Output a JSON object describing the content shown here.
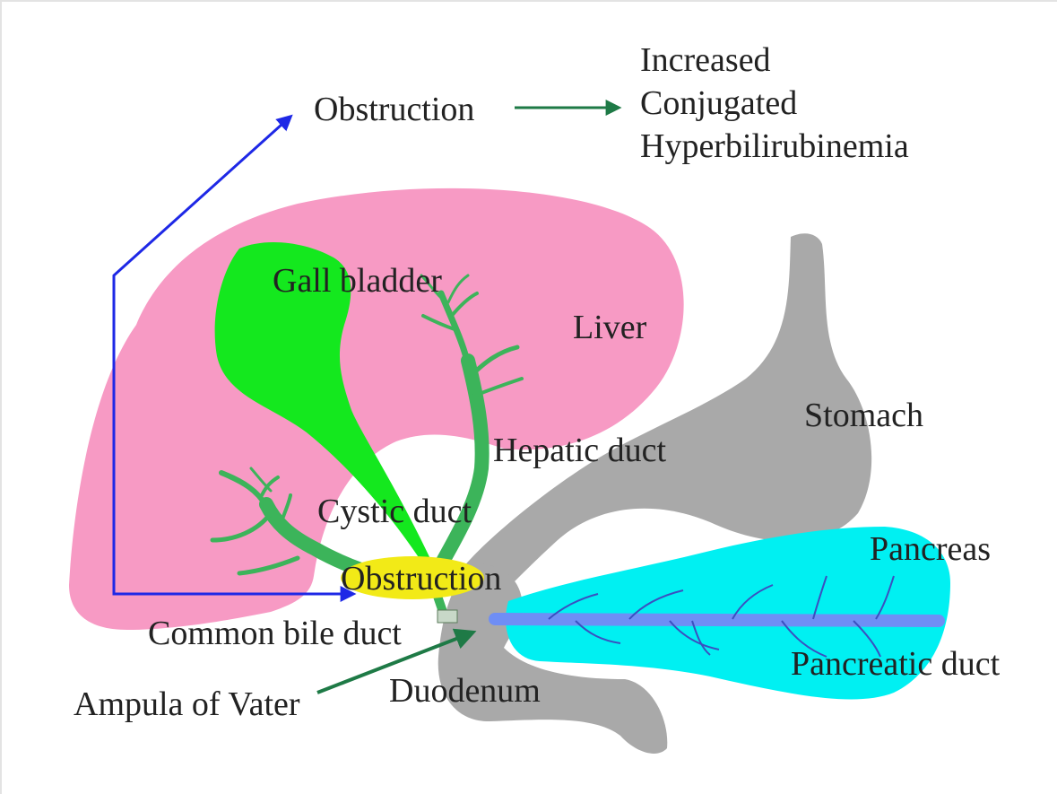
{
  "colors": {
    "liver": "#f79ac4",
    "gall_bladder": "#14e81e",
    "bile_duct": "#3cb45a",
    "obstruction": "#f2ea17",
    "stomach_duodenum": "#a9a9a9",
    "pancreas": "#00f0f2",
    "pancreatic_duct": "#6f8ef5",
    "blue_arrow": "#1e28e6",
    "green_arrow": "#1e7a46",
    "text": "#222222"
  },
  "labels": {
    "obstruction_top": "Obstruction",
    "result_line1": "Increased",
    "result_line2": "Conjugated",
    "result_line3": "Hyperbilirubinemia",
    "gall_bladder": "Gall bladder",
    "liver": "Liver",
    "stomach": "Stomach",
    "hepatic_duct": "Hepatic duct",
    "cystic_duct": "Cystic duct",
    "obstruction_site": "Obstruction",
    "pancreas": "Pancreas",
    "common_bile_duct": "Common bile duct",
    "pancreatic_duct": "Pancreatic duct",
    "ampulla": "Ampula of Vater",
    "duodenum": "Duodenum"
  }
}
